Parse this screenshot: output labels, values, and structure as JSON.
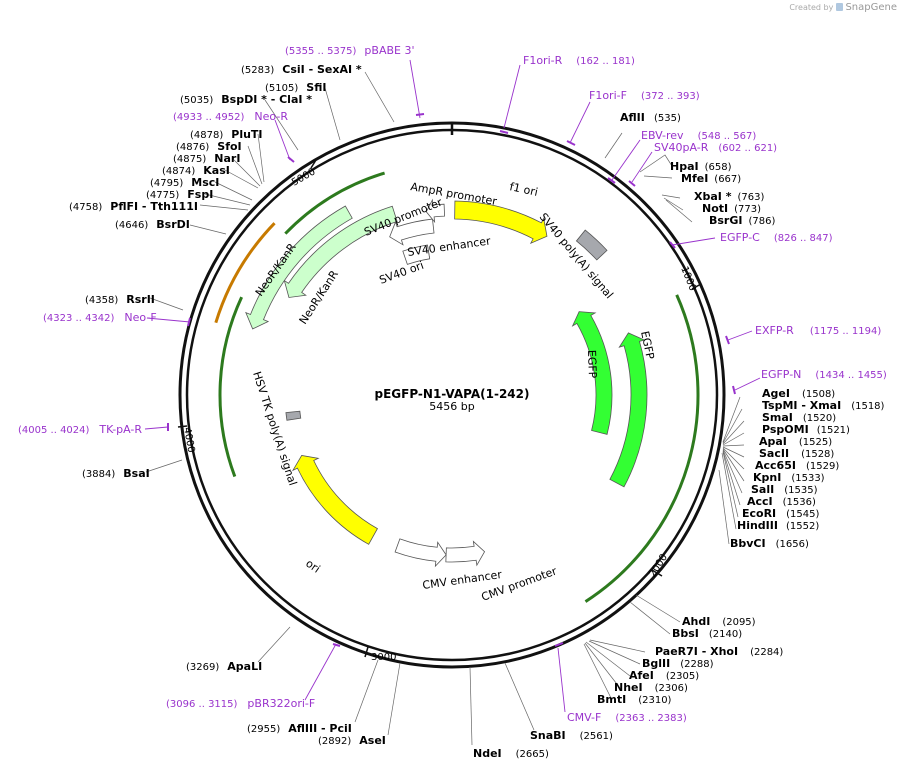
{
  "credit": {
    "prefix": "Created by",
    "brand": "SnapGene"
  },
  "plasmid": {
    "name": "pEGFP-N1-VAPA(1-242)",
    "length": "5456 bp",
    "total_bp": 5456
  },
  "ticks": [
    {
      "bp": 1000,
      "label": "1000"
    },
    {
      "bp": 2000,
      "label": "2000"
    },
    {
      "bp": 3000,
      "label": "3000"
    },
    {
      "bp": 4000,
      "label": "4000"
    },
    {
      "bp": 5000,
      "label": "5000"
    }
  ],
  "features": [
    {
      "name": "f1 ori",
      "start": 13,
      "end": 468,
      "kind": "ori",
      "color": "#ffff00"
    },
    {
      "name": "SV40 poly(A) signal",
      "start": 590,
      "end": 712,
      "kind": "block",
      "color": "#a6a8ad"
    },
    {
      "name": "EGFP",
      "start": 860,
      "end": 1580,
      "kind": "cds",
      "color": "#33ff33"
    },
    {
      "name": "EGFP",
      "start": 1070,
      "end": 1790,
      "kind": "cds",
      "color": "#33ff33"
    },
    {
      "name": "CMV promoter",
      "start": 2550,
      "end": 2760,
      "kind": "promoter",
      "color": "#ffffff"
    },
    {
      "name": "CMV enhancer",
      "start": 2760,
      "end": 3030,
      "kind": "promoter",
      "color": "#ffffff"
    },
    {
      "name": "ori",
      "start": 3170,
      "end": 3760,
      "kind": "ori",
      "color": "#ffff00"
    },
    {
      "name": "HSV TK poly(A) signal",
      "start": 3960,
      "end": 4000,
      "kind": "block",
      "color": "#a6a8ad"
    },
    {
      "name": "NeoR/KanR",
      "start": 4560,
      "end": 5190,
      "kind": "cds",
      "color": "#ccffcc"
    },
    {
      "name": "NeoR/KanR",
      "start": 4370,
      "end": 5010,
      "kind": "cds",
      "color": "#ccffcc"
    },
    {
      "name": "SV40 ori",
      "start": 5245,
      "end": 5315,
      "kind": "ori",
      "color": "#ffff00"
    },
    {
      "name": "SV40 enhancer",
      "start": 5170,
      "end": 5315,
      "kind": "promoter",
      "color": "#ffffff"
    },
    {
      "name": "SV40 promoter",
      "start": 5130,
      "end": 5360,
      "kind": "promoter",
      "color": "#ffffff"
    },
    {
      "name": "AmpR promoter",
      "start": 5335,
      "end": 5420,
      "kind": "promoter",
      "color": "#ffffff"
    }
  ],
  "sites": [
    {
      "name": "AflII",
      "pos": "(535)"
    },
    {
      "name": "HpaI",
      "pos": "(658)"
    },
    {
      "name": "MfeI",
      "pos": "(667)"
    },
    {
      "name": "XbaI *",
      "pos": "(763)"
    },
    {
      "name": "NotI",
      "pos": "(773)"
    },
    {
      "name": "BsrGI",
      "pos": "(786)"
    },
    {
      "name": "AgeI",
      "pos": "(1508)"
    },
    {
      "name": "TspMI  - XmaI",
      "pos": "(1518)"
    },
    {
      "name": "SmaI",
      "pos": "(1520)"
    },
    {
      "name": "PspOMI",
      "pos": "(1521)"
    },
    {
      "name": "ApaI",
      "pos": "(1525)"
    },
    {
      "name": "SacII",
      "pos": "(1528)"
    },
    {
      "name": "Acc65I",
      "pos": "(1529)"
    },
    {
      "name": "KpnI",
      "pos": "(1533)"
    },
    {
      "name": "SalI",
      "pos": "(1535)"
    },
    {
      "name": "AccI",
      "pos": "(1536)"
    },
    {
      "name": "EcoRI",
      "pos": "(1545)"
    },
    {
      "name": "HindIII",
      "pos": "(1552)"
    },
    {
      "name": "BbvCI",
      "pos": "(1656)"
    },
    {
      "name": "AhdI",
      "pos": "(2095)"
    },
    {
      "name": "BbsI",
      "pos": "(2140)"
    },
    {
      "name": "PaeR7I  - XhoI",
      "pos": "(2284)"
    },
    {
      "name": "BglII",
      "pos": "(2288)"
    },
    {
      "name": "AfeI",
      "pos": "(2305)"
    },
    {
      "name": "NheI",
      "pos": "(2306)"
    },
    {
      "name": "BmtI",
      "pos": "(2310)"
    },
    {
      "name": "SnaBI",
      "pos": "(2561)"
    },
    {
      "name": "NdeI",
      "pos": "(2665)"
    },
    {
      "name": "AseI",
      "pos": "(2892)"
    },
    {
      "name": "AflIII  - PciI",
      "pos": "(2955)"
    },
    {
      "name": "ApaLI",
      "pos": "(3269)"
    },
    {
      "name": "BsaI",
      "pos": "(3884)"
    },
    {
      "name": "BsrDI",
      "pos": "(4646)"
    },
    {
      "name": "RsrII",
      "pos": "(4358)"
    },
    {
      "name": "PflFI  - Tth111I",
      "pos": "(4758)"
    },
    {
      "name": "FspI",
      "pos": "(4775)"
    },
    {
      "name": "MscI",
      "pos": "(4795)"
    },
    {
      "name": "KasI",
      "pos": "(4874)"
    },
    {
      "name": "NarI",
      "pos": "(4875)"
    },
    {
      "name": "SfoI",
      "pos": "(4876)"
    },
    {
      "name": "PluTI",
      "pos": "(4878)"
    },
    {
      "name": "BspDI *  - ClaI *",
      "pos": "(5035)"
    },
    {
      "name": "SfiI",
      "pos": "(5105)"
    },
    {
      "name": "CsiI  - SexAI *",
      "pos": "(5283)"
    }
  ],
  "primers": [
    {
      "name": "pBABE 3'",
      "range": "(5355 .. 5375)"
    },
    {
      "name": "F1ori-R",
      "range": "(162 .. 181)"
    },
    {
      "name": "F1ori-F",
      "range": "(372 .. 393)"
    },
    {
      "name": "EBV-rev",
      "range": "(548 .. 567)"
    },
    {
      "name": "SV40pA-R",
      "range": "(602 .. 621)"
    },
    {
      "name": "EGFP-C",
      "range": "(826 .. 847)"
    },
    {
      "name": "EXFP-R",
      "range": "(1175 .. 1194)"
    },
    {
      "name": "EGFP-N",
      "range": "(1434 .. 1455)"
    },
    {
      "name": "CMV-F",
      "range": "(2363 .. 2383)"
    },
    {
      "name": "pBR322ori-F",
      "range": "(3096 .. 3115)"
    },
    {
      "name": "TK-pA-R",
      "range": "(4005 .. 4024)"
    },
    {
      "name": "Neo-F",
      "range": "(4323 .. 4342)"
    },
    {
      "name": "Neo-R",
      "range": "(4933 .. 4952)"
    }
  ]
}
